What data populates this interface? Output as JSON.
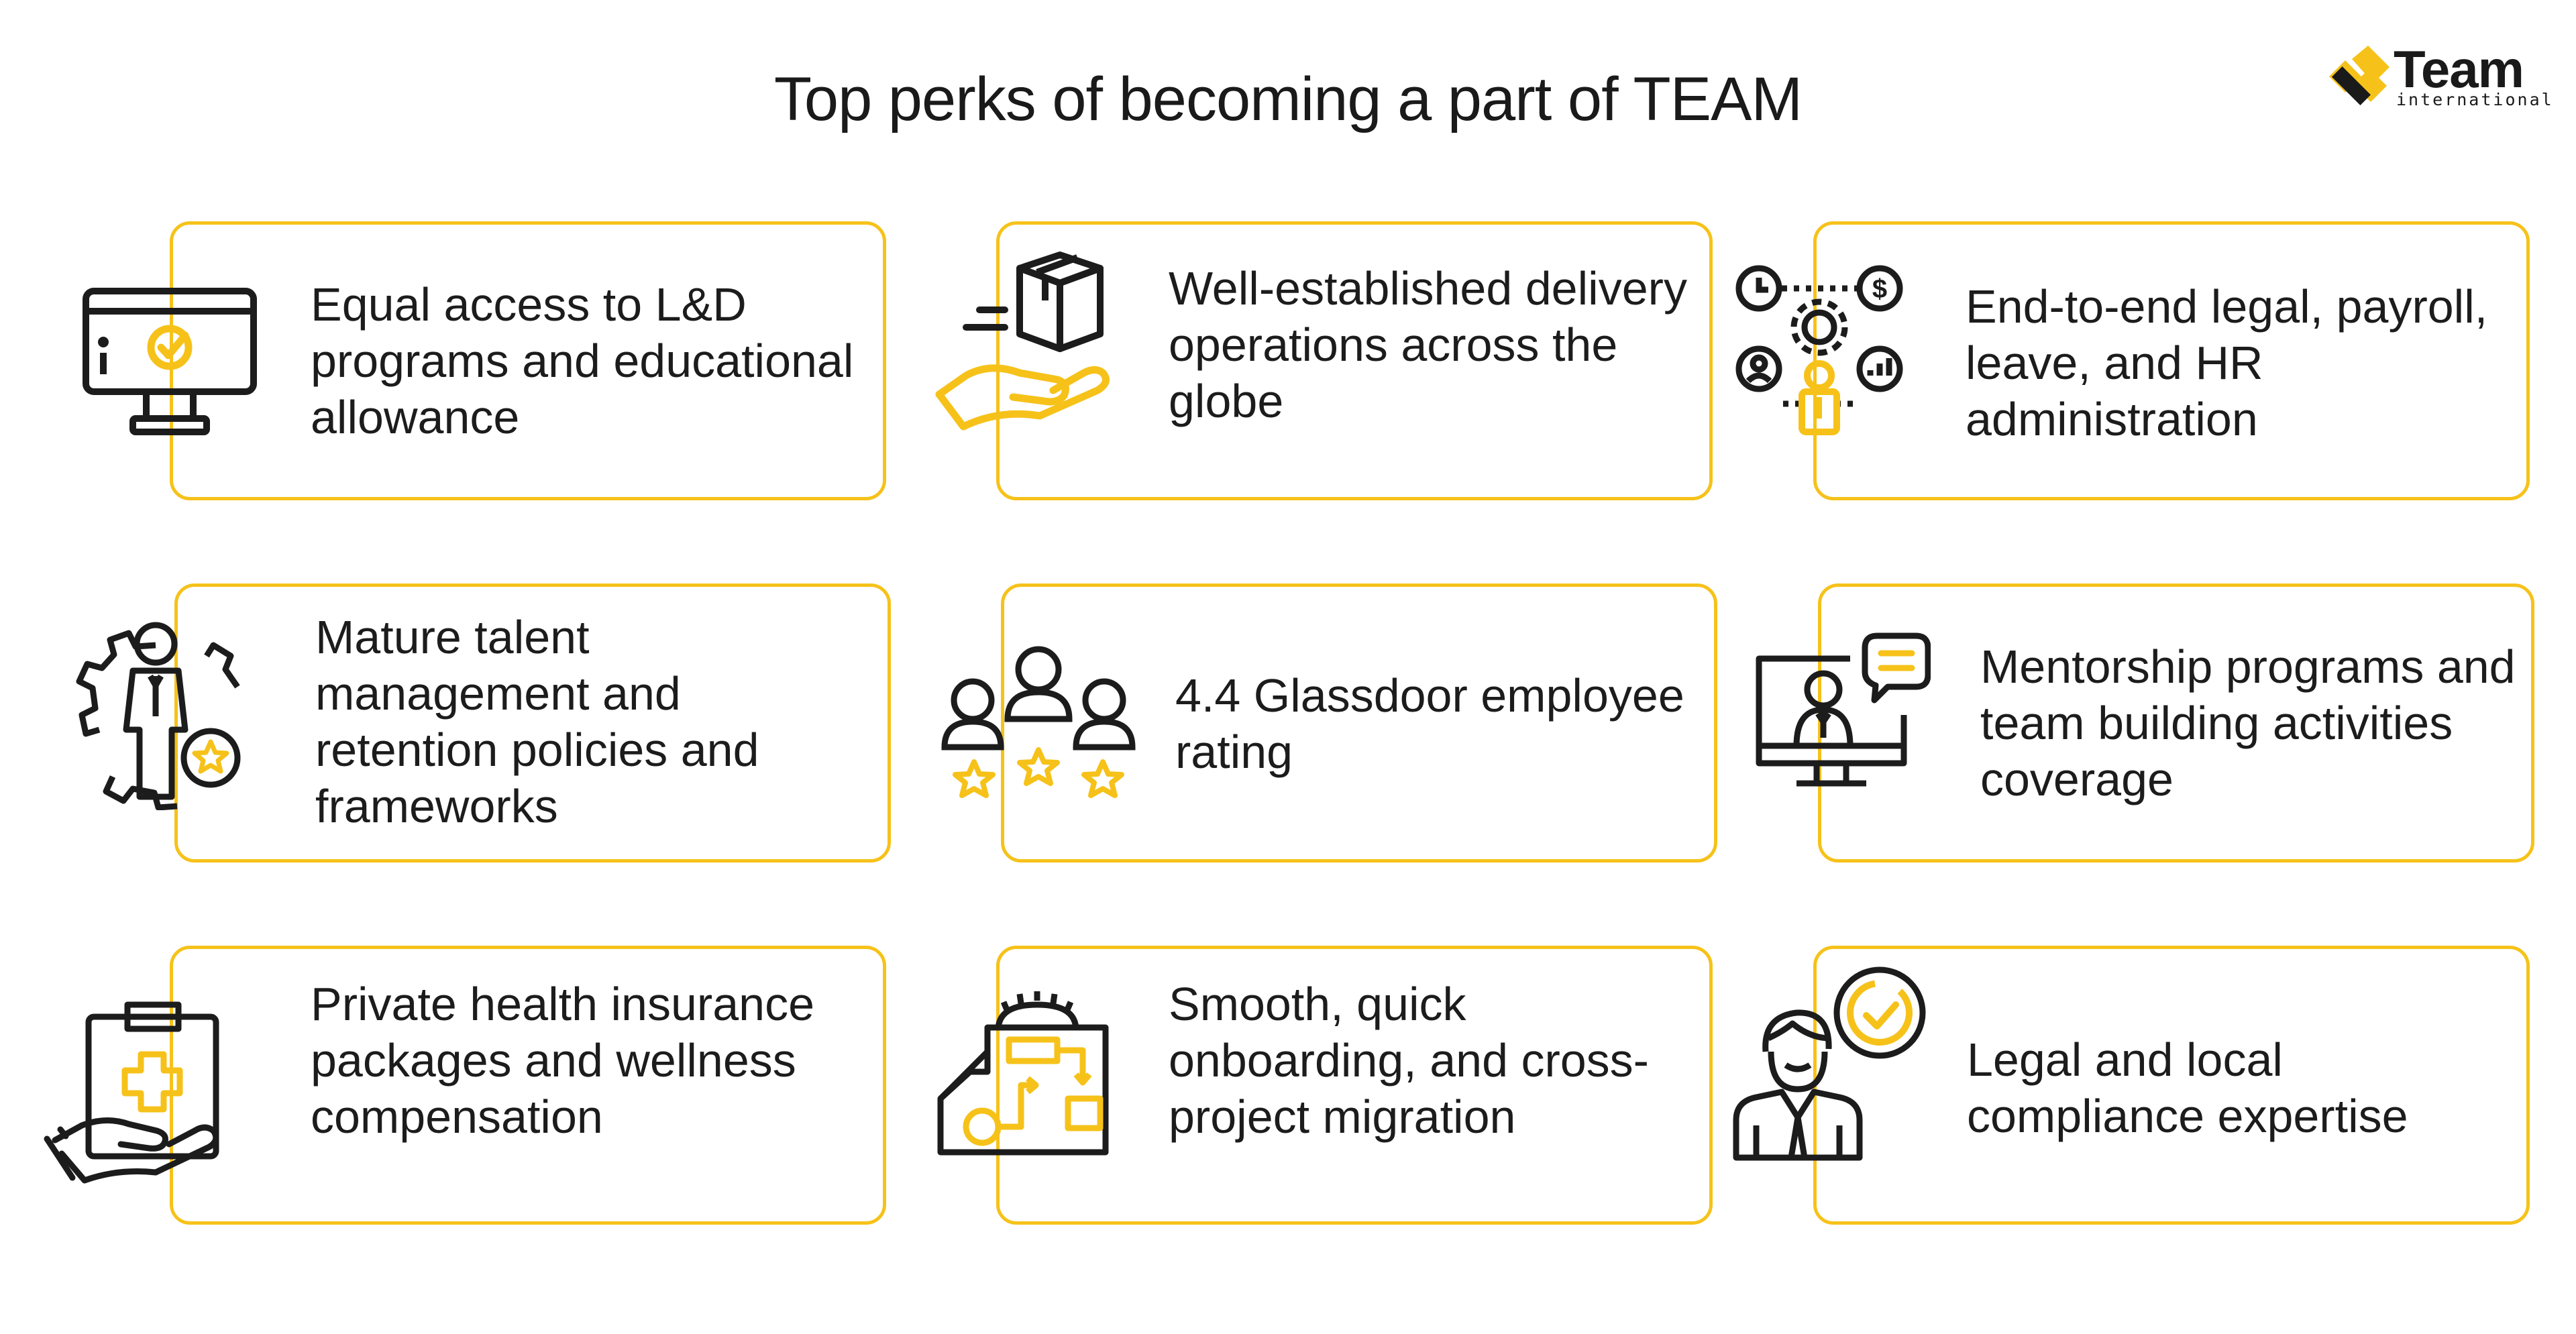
{
  "header": {
    "title": "Top perks of becoming a part of TEAM"
  },
  "logo": {
    "word": "Team",
    "sub": "international"
  },
  "colors": {
    "accent": "#f6c21a",
    "ink": "#1c1c1c"
  },
  "perks": [
    {
      "text": "Equal access to L&D programs and educational allowance",
      "icon": "monitor-check-icon"
    },
    {
      "text": "Well-established delivery operations across the globe",
      "icon": "hand-box-icon"
    },
    {
      "text": "End-to-end legal, payroll, leave, and HR administration",
      "icon": "hr-admin-icon"
    },
    {
      "text": "Mature talent management and retention policies and frameworks",
      "icon": "person-gear-star-icon"
    },
    {
      "text": "4.4 Glassdoor employee rating",
      "icon": "people-stars-icon"
    },
    {
      "text": "Mentorship programs and team building activities coverage",
      "icon": "video-mentor-icon"
    },
    {
      "text": "Private health insurance packages and wellness compensation",
      "icon": "health-clipboard-icon"
    },
    {
      "text": "Smooth, quick onboarding, and cross-project migration",
      "icon": "process-flow-icon"
    },
    {
      "text": "Legal and local compliance expertise",
      "icon": "compliance-person-icon"
    }
  ]
}
